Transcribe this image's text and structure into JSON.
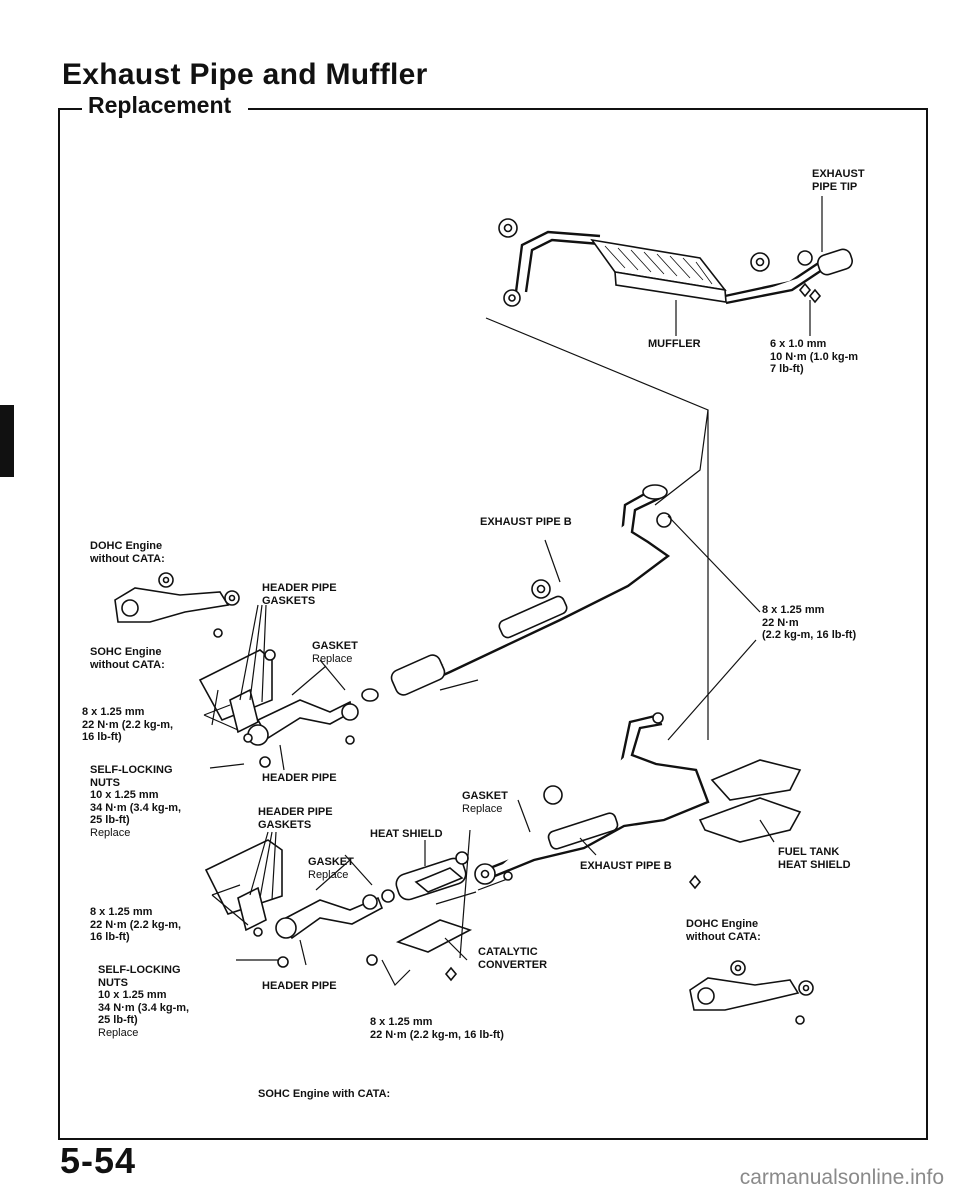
{
  "header": {
    "title": "Exhaust Pipe and Muffler",
    "subtitle": "Replacement"
  },
  "page_number": "5-54",
  "watermark": "carmanualsonline.info",
  "labels": {
    "exhaust_pipe_tip": [
      "EXHAUST",
      "PIPE TIP"
    ],
    "muffler": "MUFFLER",
    "muffler_bolt": [
      "6 x 1.0 mm",
      "10 N·m (1.0 kg-m",
      "7 lb-ft)"
    ],
    "exhaust_pipe_b_top": "EXHAUST PIPE B",
    "dohc_top": [
      "DOHC Engine",
      "without CATA:"
    ],
    "header_pipe_gaskets_top": [
      "HEADER PIPE",
      "GASKETS"
    ],
    "torque_right_top": [
      "8 x 1.25 mm",
      "22 N·m",
      "(2.2 kg-m, 16 lb-ft)"
    ],
    "sohc_without": [
      "SOHC Engine",
      "without CATA:"
    ],
    "gasket_top": "GASKET",
    "gasket_top_replace": "Replace",
    "torque_left_top": [
      "8 x 1.25 mm",
      "22 N·m (2.2 kg-m,",
      "16 lb-ft)"
    ],
    "selflocking_top": [
      "SELF-LOCKING",
      "NUTS",
      "10 x 1.25 mm",
      "34 N·m (3.4 kg-m,",
      "25 lb-ft)",
      "Replace"
    ],
    "header_pipe_top": "HEADER PIPE",
    "header_pipe_gaskets_bottom": [
      "HEADER PIPE",
      "GASKETS"
    ],
    "gasket_mid": "GASKET",
    "gasket_mid_replace": "Replace",
    "heat_shield": "HEAT SHIELD",
    "gasket_small": "GASKET",
    "gasket_small_replace": "Replace",
    "exhaust_pipe_b_bottom": "EXHAUST PIPE B",
    "fuel_tank": [
      "FUEL TANK",
      "HEAT SHIELD"
    ],
    "torque_left_bottom": [
      "8 x 1.25 mm",
      "22 N·m (2.2 kg-m,",
      "16 lb-ft)"
    ],
    "dohc_bottom": [
      "DOHC Engine",
      "without CATA:"
    ],
    "catalytic": [
      "CATALYTIC",
      "CONVERTER"
    ],
    "selflocking_bottom": [
      "SELF-LOCKING",
      "NUTS",
      "10 x 1.25 mm",
      "34 N·m (3.4 kg-m,",
      "25 lb-ft)",
      "Replace"
    ],
    "header_pipe_bottom": "HEADER PIPE",
    "torque_center_bottom": [
      "8 x 1.25 mm",
      "22 N·m (2.2 kg-m, 16 lb-ft)"
    ],
    "sohc_with": "SOHC Engine with CATA:"
  }
}
